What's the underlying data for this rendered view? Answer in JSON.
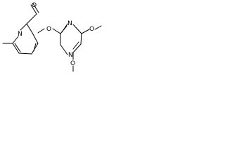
{
  "molecule": {
    "atoms": {
      "aldehyde_oxygen": "O",
      "pyridine_nitrogen": "N",
      "ether_oxygen": "O",
      "pyrimidine_nitrogen_top": "N",
      "pyrimidine_nitrogen_bottom": "N",
      "methoxy_oxygen_top": "O",
      "methoxy_oxygen_bottom": "O"
    }
  }
}
